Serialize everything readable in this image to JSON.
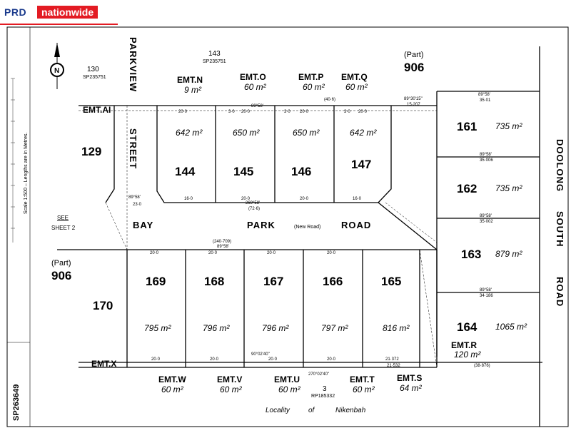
{
  "brand": {
    "prd": "PRD",
    "nationwide": "nationwide"
  },
  "plan": {
    "streets": {
      "parkview": "PARKVIEW",
      "street": "STREET",
      "bay": "BAY",
      "park": "PARK",
      "road": "ROAD",
      "doolong": "DOOLONG",
      "south": "SOUTH",
      "road2": "ROAD",
      "new_road": "(New Road)"
    },
    "neighbours": {
      "lot130": "130",
      "sp130": "SP235751",
      "lot143": "143",
      "sp143": "SP235751",
      "part": "(Part)",
      "lot906": "906",
      "lot170": "170",
      "lot3": "3",
      "rp3": "RP185332"
    },
    "lots_top": [
      {
        "id": "144",
        "area": "642 m²"
      },
      {
        "id": "145",
        "area": "650 m²"
      },
      {
        "id": "146",
        "area": "650 m²"
      },
      {
        "id": "147",
        "area": "642 m²"
      }
    ],
    "lots_right": [
      {
        "id": "161",
        "area": "735 m²"
      },
      {
        "id": "162",
        "area": "735 m²"
      },
      {
        "id": "163",
        "area": "879 m²"
      },
      {
        "id": "164",
        "area": "1065 m²"
      }
    ],
    "lots_bottom": [
      {
        "id": "169",
        "area": "795 m²"
      },
      {
        "id": "168",
        "area": "796 m²"
      },
      {
        "id": "167",
        "area": "796 m²"
      },
      {
        "id": "166",
        "area": "797 m²"
      },
      {
        "id": "165",
        "area": "816 m²"
      }
    ],
    "lot129": "129",
    "easements_top": [
      {
        "id": "EMT.N",
        "area": "9 m²"
      },
      {
        "id": "EMT.O",
        "area": "60 m²"
      },
      {
        "id": "EMT.P",
        "area": "60 m²"
      },
      {
        "id": "EMT.Q",
        "area": "60 m²"
      }
    ],
    "easements_bottom": [
      {
        "id": "EMT.W",
        "area": "60 m²"
      },
      {
        "id": "EMT.V",
        "area": "60 m²"
      },
      {
        "id": "EMT.U",
        "area": "60 m²"
      },
      {
        "id": "EMT.T",
        "area": "60 m²"
      },
      {
        "id": "EMT.S",
        "area": "64 m²"
      }
    ],
    "emt_ai": "EMT.AI",
    "emt_x": "EMT.X",
    "emt_r": {
      "id": "EMT.R",
      "area": "120 m²"
    },
    "locality": [
      "Locality",
      "of",
      "Nikenbah"
    ],
    "plan_number": "SP263649",
    "see_sheet": [
      "SEE",
      "SHEET 2"
    ],
    "scale_note": "Scale 1:500 – Lengths are in Metres.",
    "north": "N",
    "dims": {
      "d20": "20·0",
      "d16": "16·0",
      "d23": "23·0",
      "d3": "3·0",
      "d35": "35·01",
      "d35b": "35·006",
      "d35c": "35·002",
      "d34": "34·186",
      "brg1": "89°58'",
      "brg2": "269°58'",
      "brg3": "89°30'15\"",
      "brg4": "90°02'40\"",
      "brg5": "270°02'40\"",
      "d72": "(72·6)",
      "d15": "15·207",
      "d21": "21·372",
      "d21b": "21·532",
      "d38": "(38·876)",
      "d40": "(40·6)",
      "d240": "(240·709)"
    }
  }
}
